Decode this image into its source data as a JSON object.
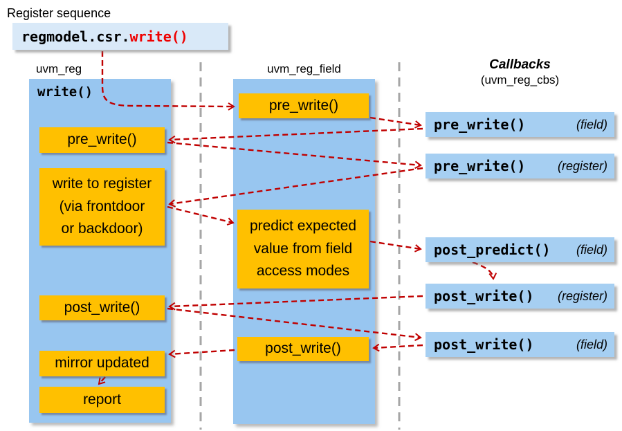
{
  "page_title": "Register sequence",
  "call_box": {
    "prefix": "regmodel.csr.",
    "method": "write()"
  },
  "columns": {
    "uvm_reg": {
      "header": "uvm_reg",
      "method_label": "write()",
      "steps": [
        "pre_write()",
        "write to register\n(via frontdoor\nor backdoor)",
        "post_write()",
        "mirror updated",
        "report"
      ]
    },
    "uvm_reg_field": {
      "header": "uvm_reg_field",
      "steps": [
        "pre_write()",
        "predict expected\nvalue from field\naccess modes",
        "post_write()"
      ]
    },
    "callbacks": {
      "header": "Callbacks",
      "subheader": "(uvm_reg_cbs)",
      "items": [
        {
          "method": "pre_write()",
          "scope": "(field)"
        },
        {
          "method": "pre_write()",
          "scope": "(register)"
        },
        {
          "method": "post_predict()",
          "scope": "(field)"
        },
        {
          "method": "post_write()",
          "scope": "(register)"
        },
        {
          "method": "post_write()",
          "scope": "(field)"
        }
      ]
    }
  },
  "flow": [
    {
      "from": "regmodel.csr.write()",
      "to": "uvm_reg_field pre_write()"
    },
    {
      "from": "uvm_reg_field pre_write()",
      "to": "callback pre_write() (field)"
    },
    {
      "from": "callback pre_write() (field)",
      "to": "uvm_reg pre_write()"
    },
    {
      "from": "uvm_reg pre_write()",
      "to": "callback pre_write() (register)"
    },
    {
      "from": "callback pre_write() (register)",
      "to": "write to register (via frontdoor or backdoor)"
    },
    {
      "from": "write to register",
      "to": "predict expected value from field access modes"
    },
    {
      "from": "predict expected value",
      "to": "callback post_predict() (field)"
    },
    {
      "from": "callback post_predict() (field)",
      "to": "callback post_write() (register)"
    },
    {
      "from": "callback post_write() (register)",
      "to": "uvm_reg post_write()"
    },
    {
      "from": "uvm_reg post_write()",
      "to": "callback post_write() (field)"
    },
    {
      "from": "callback post_write() (field)",
      "to": "uvm_reg_field post_write()"
    },
    {
      "from": "uvm_reg_field post_write()",
      "to": "mirror updated"
    },
    {
      "from": "mirror updated",
      "to": "report"
    }
  ],
  "colors": {
    "column_blue": "#98C6F0",
    "callback_blue": "#A6CFF2",
    "call_box_blue": "#D9E9F8",
    "step_orange": "#FFC000",
    "arrow_red": "#C00000",
    "call_method_red": "#EE0000",
    "divider_gray": "#A6A6A6"
  }
}
